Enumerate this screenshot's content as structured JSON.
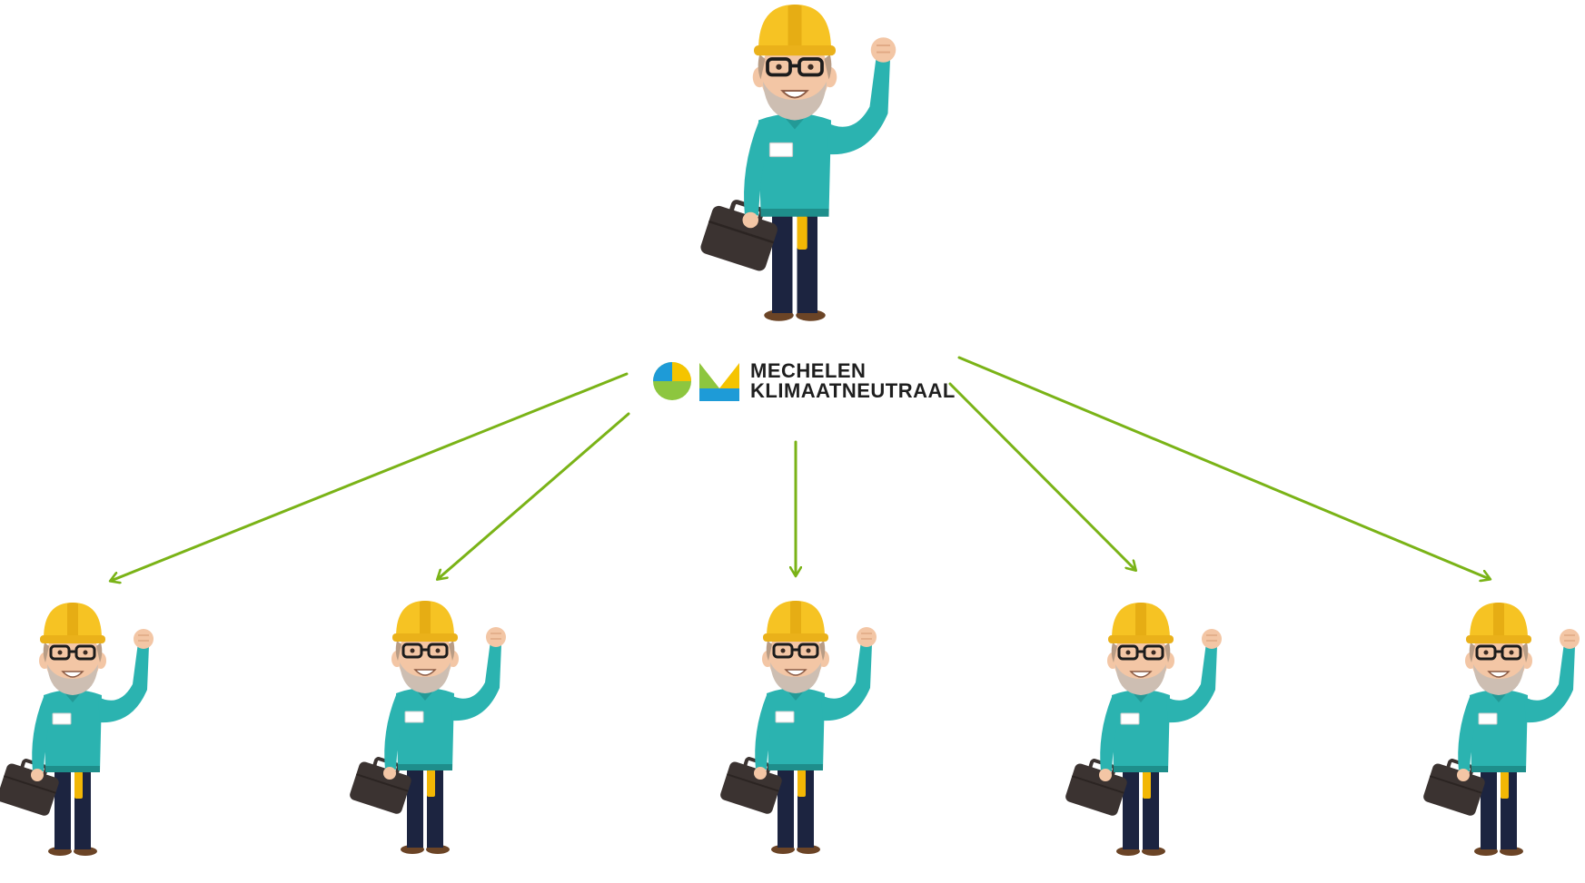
{
  "logo": {
    "line1": "MECHELEN",
    "line2": "KLIMAATNEUTRAAL",
    "colors": {
      "green": "#8dc63f",
      "yellow": "#f5c400",
      "blue": "#1e9bd7"
    }
  },
  "diagram": {
    "arrow_color": "#7ab317",
    "figures": [
      {
        "id": "coordinator",
        "role": "top"
      },
      {
        "id": "worker-1",
        "role": "bottom"
      },
      {
        "id": "worker-2",
        "role": "bottom"
      },
      {
        "id": "worker-3",
        "role": "bottom"
      },
      {
        "id": "worker-4",
        "role": "bottom"
      },
      {
        "id": "worker-5",
        "role": "bottom"
      }
    ]
  }
}
